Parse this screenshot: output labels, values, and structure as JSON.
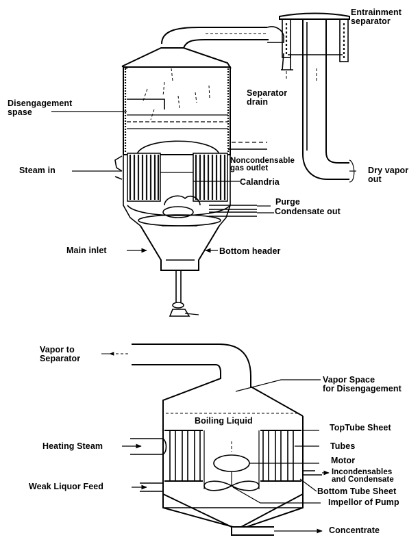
{
  "top_figure": {
    "title": "Calandria evaporator with entrainment separator",
    "labels": {
      "entrainment_separator": [
        "Entrainment",
        "separator"
      ],
      "separator_drain": [
        "Separator",
        "drain"
      ],
      "disengagement_space": [
        "Disengagement",
        "spase"
      ],
      "noncondensable_gas_outlet": [
        "Noncondensable",
        "gas outlet"
      ],
      "steam_in": "Steam in",
      "calandria": "Calandria",
      "dry_vapor_out": [
        "Dry vapor",
        "out"
      ],
      "purge": "Purge",
      "condensate_out": "Condensate out",
      "main_inlet": "Main inlet",
      "bottom_header": "Bottom header"
    }
  },
  "bottom_figure": {
    "title": "Forced-circulation calandria evaporator schematic",
    "labels": {
      "vapor_to_separator": [
        "Vapor to",
        "Separator"
      ],
      "vapor_space": [
        "Vapor Space",
        "for Disengagement"
      ],
      "boiling_liquid": "Boiling Liquid",
      "top_tube_sheet": "TopTube Sheet",
      "heating_steam": "Heating Steam",
      "tubes": "Tubes",
      "motor": "Motor",
      "incondensables": [
        "Incondensables",
        "and Condensate"
      ],
      "weak_liquor_feed": "Weak Liquor Feed",
      "bottom_tube_sheet": "Bottom Tube Sheet",
      "impellor": "Impellor of Pump",
      "concentrate": "Concentrate"
    }
  }
}
